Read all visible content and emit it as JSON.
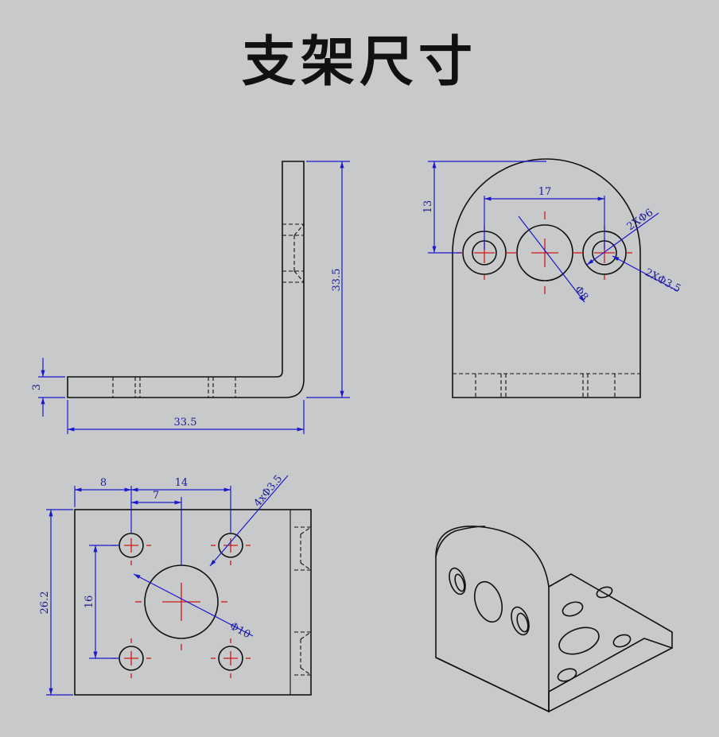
{
  "title": "支架尺寸",
  "dimensions": {
    "side_height": "33.5",
    "side_length": "33.5",
    "side_thickness": "3",
    "front_hole_spacing": "17",
    "front_top_height": "13",
    "front_small_holes": "2XΦ6",
    "front_small_holes_inner": "2XΦ3.5",
    "front_center_hole": "Φ8",
    "top_offset": "8",
    "top_hole_spacing": "14",
    "top_center_offset": "7",
    "top_holes": "4xΦ3.5",
    "top_height": "26.2",
    "top_vertical_spacing": "16",
    "top_center_hole": "Φ10"
  },
  "colors": {
    "background": "#c8c9ca",
    "outline": "#111111",
    "dimension": "#1a1acc",
    "centerline": "#d01818"
  }
}
